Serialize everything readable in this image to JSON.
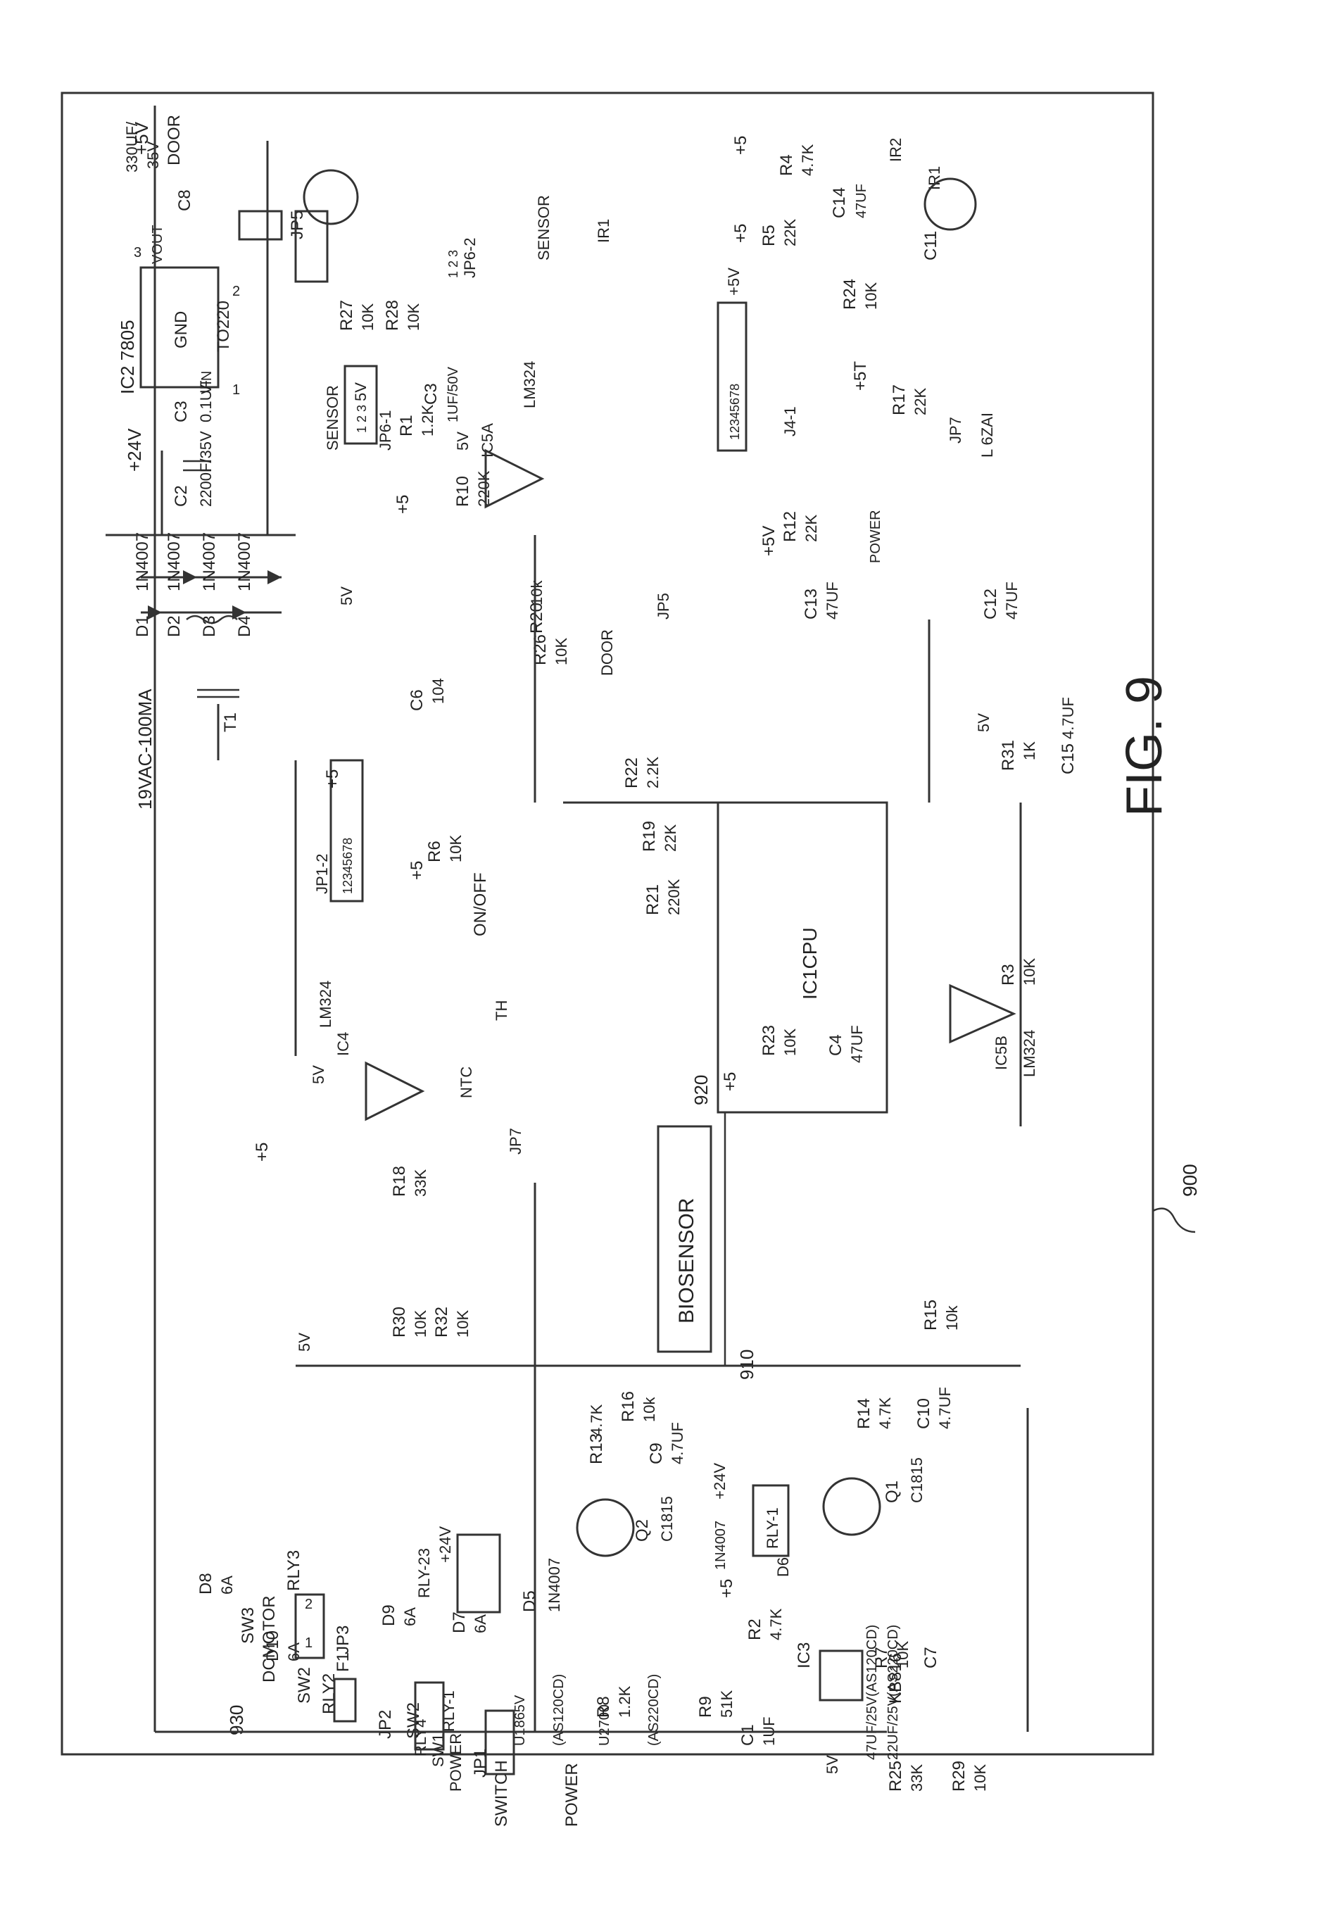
{
  "figure": {
    "caption": "FIG. 9",
    "ref_board": "900",
    "ref_biosensor": "910",
    "ref_cpu": "920",
    "ref_dcmotor": "930"
  },
  "labels": {
    "vac": "19VAC-100MA",
    "t1": "T1",
    "d1": "D1",
    "d2": "D2",
    "d3": "D3",
    "d4": "D4",
    "d1v": "1N4007",
    "d2v": "1N4007",
    "d3v": "1N4007",
    "d4v": "1N4007",
    "c2": "C2",
    "c2v": "2200F/35V",
    "c3": "C3",
    "c3v": "0.1UF",
    "plus24": "+24V",
    "ic2": "IC2 7805",
    "ic2_vin": "VIN",
    "ic2_gnd": "GND",
    "ic2_vout": "VOUT",
    "ic2_pin1": "1",
    "ic2_pin2": "2",
    "ic2_pin3": "3",
    "to220": "TO220",
    "c8": "C8",
    "plus5v_top": "+5V",
    "jp5_top": "JP5",
    "cap330": "330UF/",
    "cap35v": "35V",
    "door_top": "DOOR",
    "sensor_hdr": "SENSOR",
    "jp6": "JP6-1",
    "jp6_pins": "1 2 3",
    "r1": "R1",
    "r1v": "1.2K",
    "r10": "R10",
    "r10v": "220K",
    "r27": "R27",
    "r27v": "10K",
    "r28": "R28",
    "r28v": "10K",
    "c3b": "C3",
    "c3bv": "1UF/50V",
    "fivev_a": "5V",
    "fivev_b": "5V",
    "ic5a": "IC5A",
    "lm324_a": "LM324",
    "plus5_a": "+5",
    "jp6_2": "JP6-2",
    "jp6_2_pins": "1 2 3",
    "sensor_b": "SENSOR",
    "ir1_top": "IR1",
    "plus5_b": "+5",
    "plus5_c": "+5",
    "r4": "R4",
    "r4v": "4.7K",
    "c14": "C14",
    "c14v": "47UF",
    "ir2": "IR2",
    "r5": "R5",
    "r5v": "22K",
    "r24": "R24",
    "r24v": "10K",
    "c11": "C11",
    "ir1": "IR1",
    "plus5t": "+5T",
    "j4": "J4-1",
    "j4_pins": "12345678",
    "plus5v_j4": "+5V",
    "plus5v_r12": "+5V",
    "r12": "R12",
    "r12v": "22K",
    "r17": "R17",
    "r17v": "22K",
    "jp7_top": "JP7",
    "l6z": "L 6ZAI",
    "power_led": "POWER",
    "c12": "C12",
    "c12v": "47UF",
    "r20": "R20",
    "r20v": "10k",
    "fivev_r20": "5V",
    "c13": "C13",
    "c13v": "47UF",
    "r26": "R26",
    "r26v": "10K",
    "door_mid": "DOOR",
    "jp5_mid": "JP5",
    "jp12": "JP1-2",
    "jp12_pins": "12345678",
    "plus5_jp12": "+5",
    "c6": "C6",
    "c6v": "104",
    "r22": "R22",
    "r22v": "2.2K",
    "r19": "R19",
    "r19v": "22K",
    "r21": "R21",
    "r21v": "220K",
    "ic1": "IC1CPU",
    "r3": "R3",
    "r3v": "10K",
    "r31": "R31",
    "r31v": "1K",
    "fivev_r31": "5V",
    "c15": "C15",
    "c15v": "4.7UF",
    "onoff": "ON/OFF",
    "plus5_r6": "+5",
    "r6": "R6",
    "r6v": "10K",
    "r23": "R23",
    "r23v": "10K",
    "c4": "C4",
    "c4v": "47UF",
    "plus5_r23": "+5",
    "biosensor": "BIOSENSOR",
    "lm324_b": "LM324",
    "ic5b": "IC5B",
    "lm324_c": "LM324",
    "ic4": "IC4",
    "fivev_ic4": "5V",
    "th": "TH",
    "ntc": "NTC",
    "jp7_mid": "JP7",
    "r18": "R18",
    "r18v": "33K",
    "plus5_r18": "+5",
    "r30": "R30",
    "r30v": "10K",
    "r32": "R32",
    "r32v": "10K",
    "fivev_r30": "5V",
    "r15": "R15",
    "r15v": "10k",
    "r14": "R14",
    "r14v": "4.7K",
    "c10": "C10",
    "c10v": "4.7UF",
    "r16": "R16",
    "r16v": "10k",
    "r13": "R13",
    "r13v": "4.7K",
    "c9": "C9",
    "c9v": "4.7UF",
    "plus24_q1": "+24V",
    "rly1_coil": "RLY-1",
    "d6": "D6",
    "d6v": "1N4007",
    "q1": "Q1",
    "q1v": "C1815",
    "q2": "Q2",
    "q2v": "C1815",
    "plus5_q2": "+5",
    "r2": "R2",
    "r2v": "4.7K",
    "r7": "R7",
    "r7v": "10K",
    "ic3": "IC3",
    "kb816": "KB816",
    "c7": "C7",
    "d5": "D5",
    "d5v": "1N4007",
    "rly23": "RLY-23",
    "plus24_rly23": "+24V",
    "d8": "D8",
    "d8v": "6A",
    "d9": "D9",
    "d9v": "6A",
    "d7": "D7",
    "d7v": "6A",
    "d10": "D10",
    "d10v": "6A",
    "sw3": "SW3",
    "rly3": "RLY3",
    "dcmotor": "DCMOTOR",
    "sw2": "SW2",
    "rly2": "RLY2",
    "jp3": "JP3",
    "jp3_p1": "1",
    "jp3_p2": "2",
    "rly1": "RLY-1",
    "sw2b": "SW2",
    "rly4": "RLY4",
    "sw1": "SW1",
    "power_sw": "POWER",
    "r8": "R8",
    "r8v": "1.2K",
    "r9": "R9",
    "r9v": "51K",
    "c1": "C1",
    "c1v": "1UF",
    "fivev_r25": "5V",
    "r25": "R25",
    "r25v": "33K",
    "r29": "R29",
    "r29v": "10K",
    "f1": "F1",
    "jp2": "JP2",
    "switch_lbl": "SWITCH",
    "jp1": "JP1",
    "power_lbl": "POWER",
    "note1": "47UF/25V(AS120CD)",
    "note2": "22UF/25V(AS220CD)",
    "r7note": "(AS120CD)",
    "r7note2": "(AS220CD)",
    "u1": "U1865V",
    "u2": "U2700"
  }
}
